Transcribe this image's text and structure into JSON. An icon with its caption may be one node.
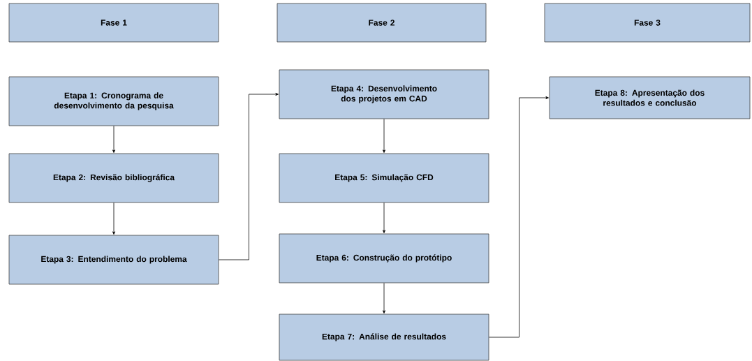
{
  "diagram": {
    "nodes": [
      {
        "text": [
          "Fase 1"
        ]
      },
      {
        "text": [
          "Fase 2"
        ]
      },
      {
        "text": [
          "Fase 3"
        ]
      },
      {
        "text": [
          "Etapa 1: Cronograma de desenvolvimento da pesquisa"
        ]
      },
      {
        "text": [
          "Etapa 2: Revisão bibliográfica"
        ]
      },
      {
        "text": [
          "Etapa 3: Entendimento do problema"
        ]
      },
      {
        "text": [
          "Etapa 4: Desenvolvimento dos projetos em CAD"
        ]
      },
      {
        "text": [
          "Etapa 5: Simulação CFD"
        ]
      },
      {
        "text": [
          "Etapa 6: Construção do protótipo"
        ]
      },
      {
        "text": [
          "Etapa 7: Análise de resultados"
        ]
      },
      {
        "text": [
          "Etapa 8: Apresentação dos resultados e conclusão"
        ]
      }
    ],
    "edges": [
      {
        "from": 3,
        "to": 4,
        "arrow": "to"
      },
      {
        "from": 4,
        "to": 5,
        "arrow": "to"
      },
      {
        "from": 5,
        "to": 6,
        "arrow": "to"
      },
      {
        "from": 6,
        "to": 7,
        "arrow": "to"
      },
      {
        "from": 7,
        "to": 8,
        "arrow": "to"
      },
      {
        "from": 8,
        "to": 9,
        "arrow": "to"
      },
      {
        "from": 9,
        "to": 10,
        "arrow": "to"
      }
    ]
  }
}
